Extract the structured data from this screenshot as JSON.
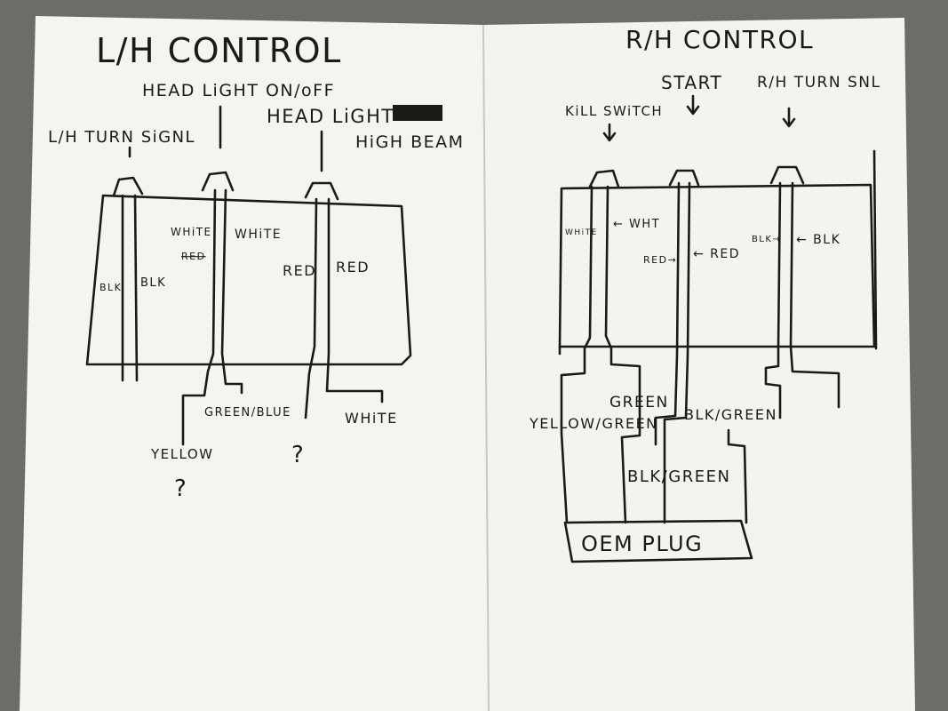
{
  "left_sheet": {
    "title": "L/H CONTROL",
    "labels": {
      "headlight_onoff": "HEAD LiGHT ON/oFF",
      "headlight_hibeam_top": "HEAD LiGHT",
      "headlight_hibeam_bottom": "HiGH BEAM",
      "turn_signal": "L/H TURN SiGNL",
      "wire_blk_left": "BLK",
      "wire_blk_right": "BLK",
      "wire_white_left": "WHiTE",
      "wire_red_crossed": "RED",
      "wire_white_right": "WHiTE",
      "wire_red_left": "RED",
      "wire_red_right": "RED",
      "out_green_blue": "GREEN/BLUE",
      "out_yellow": "YELLOW",
      "out_white": "WHiTE",
      "unknown_1": "?",
      "unknown_2": "?"
    }
  },
  "right_sheet": {
    "title": "R/H CONTROL",
    "labels": {
      "kill_switch": "KiLL SWiTCH",
      "start": "START",
      "turn_signal": "R/H TURN SNL",
      "wire_wht_left": "WHiTE",
      "wire_wht_right": "← WHT",
      "wire_red_left": "RED→",
      "wire_red_right": "← RED",
      "wire_blk_left": "BLK→",
      "wire_blk_right": "← BLK",
      "out_green": "GREEN",
      "out_yellow_green": "YELLOW/GREEN",
      "out_blk_green_top": "BLK/GREEN",
      "out_blk_green_bottom": "BLK/GREEN",
      "oem_plug": "OEM PLUG"
    }
  },
  "colors": {
    "background": "#6d6c67",
    "paper": "#f4f4f1",
    "ink": "#1b1a17"
  }
}
